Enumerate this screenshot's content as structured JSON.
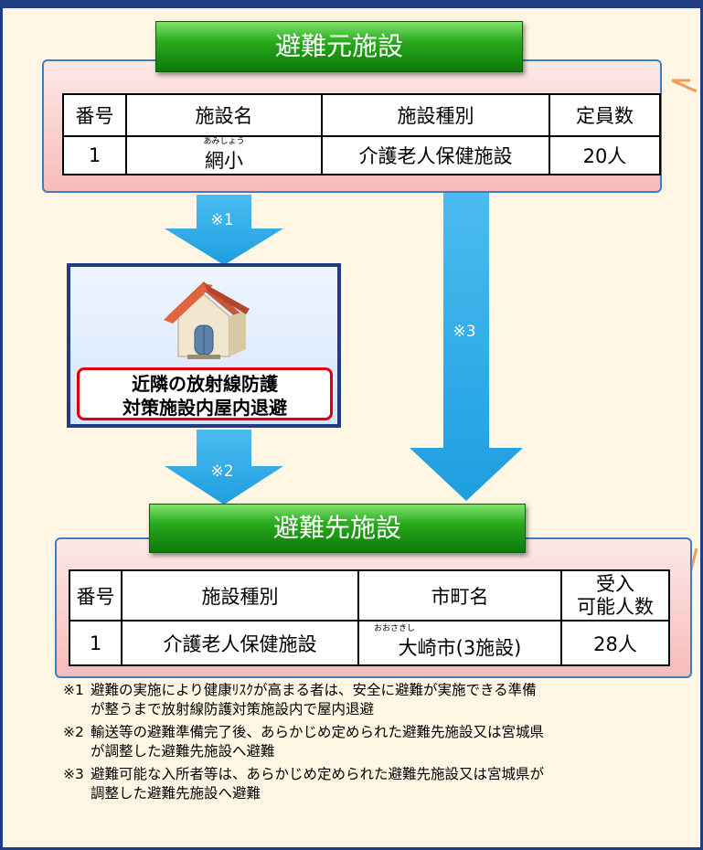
{
  "source": {
    "title": "避難元施設",
    "headers": [
      "番号",
      "施設名",
      "施設種別",
      "定員数"
    ],
    "row": {
      "no": "1",
      "name": "網小",
      "name_ruby": "あみしょう",
      "type": "介護老人保健施設",
      "capacity": "20人"
    }
  },
  "shelter": {
    "line1": "近隣の放射線防護",
    "line2": "対策施設内屋内退避"
  },
  "arrows": {
    "a1": "※1",
    "a2": "※2",
    "a3": "※3"
  },
  "destination": {
    "title": "避難先施設",
    "headers": {
      "no": "番号",
      "type": "施設種別",
      "city": "市町名",
      "accept_line1": "受入",
      "accept_line2": "可能人数"
    },
    "row": {
      "no": "1",
      "type": "介護老人保健施設",
      "city": "大崎市(3施設)",
      "city_ruby": "おおさきし",
      "accept": "28人"
    }
  },
  "notes": [
    {
      "mark": "※1",
      "line1": "避難の実施により健康ﾘｽｸが高まる者は、安全に避難が実施できる準備",
      "line2": "が整うまで放射線防護対策施設内で屋内退避"
    },
    {
      "mark": "※2",
      "line1": "輸送等の避難準備完了後、あらかじめ定められた避難先施設又は宮城県",
      "line2": "が調整した避難先施設へ避難"
    },
    {
      "mark": "※3",
      "line1": "避難可能な入所者等は、あらかじめ定められた避難先施設又は宮城県が",
      "line2": "調整した避難先施設へ避難"
    }
  ],
  "colors": {
    "frame": "#1f3d80",
    "arrow": "#29a8e8",
    "header_green": "#29a91d",
    "panel_pink": "#f6bcba",
    "label_red": "#e0000b"
  }
}
